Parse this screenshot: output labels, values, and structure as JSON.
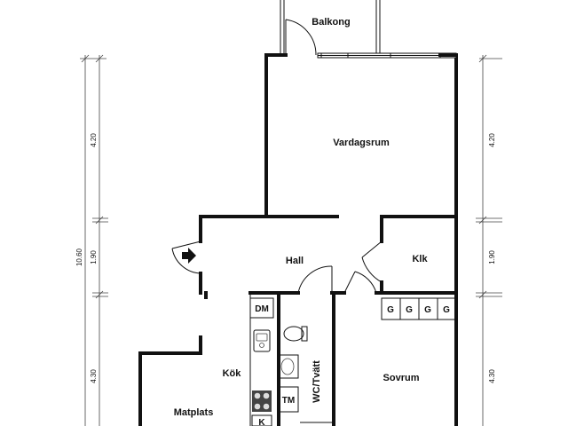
{
  "rooms": {
    "balcony": "Balkong",
    "living_room": "Vardagsrum",
    "hall": "Hall",
    "closet": "Klk",
    "kitchen": "Kök",
    "dining": "Matplats",
    "bedroom": "Sovrum",
    "wc_laundry": "WC/Tvätt"
  },
  "fixtures": {
    "dishwasher": "DM",
    "dryer": "TM",
    "fridge": "K",
    "wardrobes": [
      "G",
      "G",
      "G",
      "G"
    ]
  },
  "dimensions": {
    "total": "10.60",
    "left": [
      "4.20",
      "1.90",
      "4.30"
    ],
    "right": [
      "4.20",
      "1.90",
      "4.30"
    ]
  }
}
